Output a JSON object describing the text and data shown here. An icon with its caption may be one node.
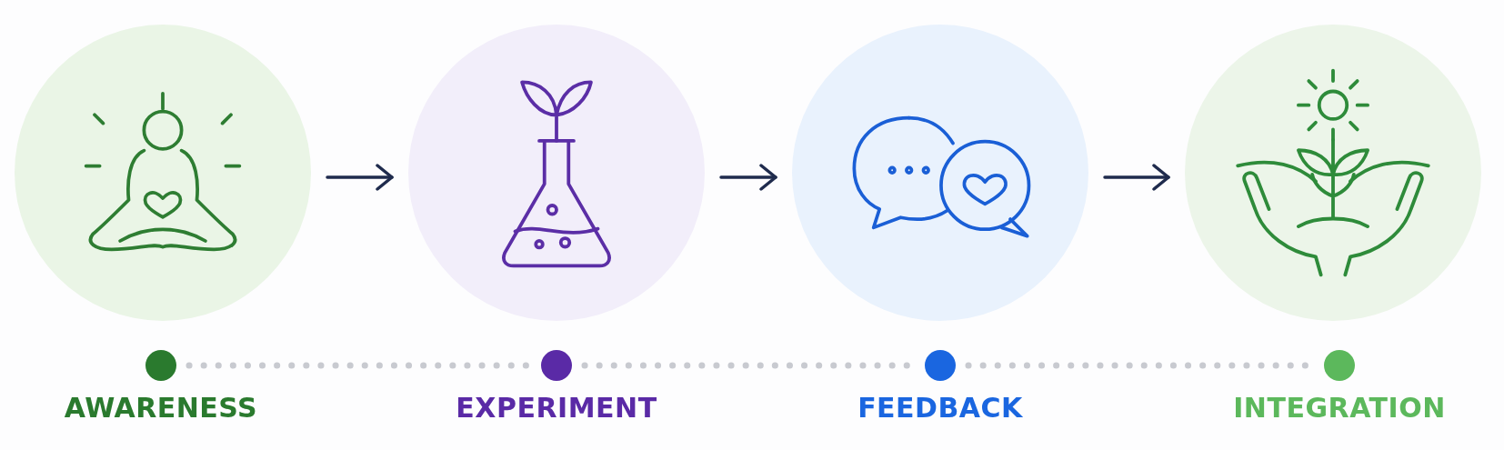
{
  "diagram": {
    "nodes": [
      {
        "text": [],
        "shape": "circle"
      },
      {
        "text": [],
        "shape": "circle"
      },
      {
        "text": [],
        "shape": "circle"
      },
      {
        "text": [],
        "shape": "circle"
      },
      {
        "text": [
          "AWARENESS"
        ]
      },
      {
        "text": [
          "EXPERIMENT"
        ]
      },
      {
        "text": [
          "FEEDBACK"
        ]
      },
      {
        "text": [
          "INTEGRATION"
        ]
      }
    ],
    "edges": [
      {
        "from": 0,
        "to": 1,
        "arrow": "to"
      },
      {
        "from": 1,
        "to": 2,
        "arrow": "to"
      },
      {
        "from": 2,
        "to": 3,
        "arrow": "to"
      },
      {
        "from": 4,
        "to": 5,
        "arrow": "none",
        "style": "dashed",
        "color": "#c8cad0"
      },
      {
        "from": 5,
        "to": 6,
        "arrow": "none",
        "style": "dashed",
        "color": "#c8cad0"
      },
      {
        "from": 6,
        "to": 7,
        "arrow": "none",
        "style": "dashed",
        "color": "#c8cad0"
      }
    ]
  }
}
